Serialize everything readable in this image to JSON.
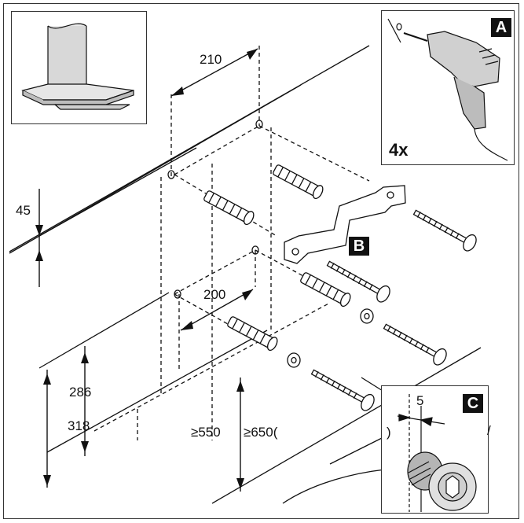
{
  "labels": {
    "a": "A",
    "b": "B",
    "c": "C",
    "count": "4x"
  },
  "dimensions": {
    "d210": "210",
    "d45": "45",
    "d200": "200",
    "d286": "286",
    "d318": "318",
    "d550": "≥550",
    "d650": "≥650(",
    "d5": "5"
  },
  "marks": {
    "paren": ")",
    "slash": "/"
  }
}
